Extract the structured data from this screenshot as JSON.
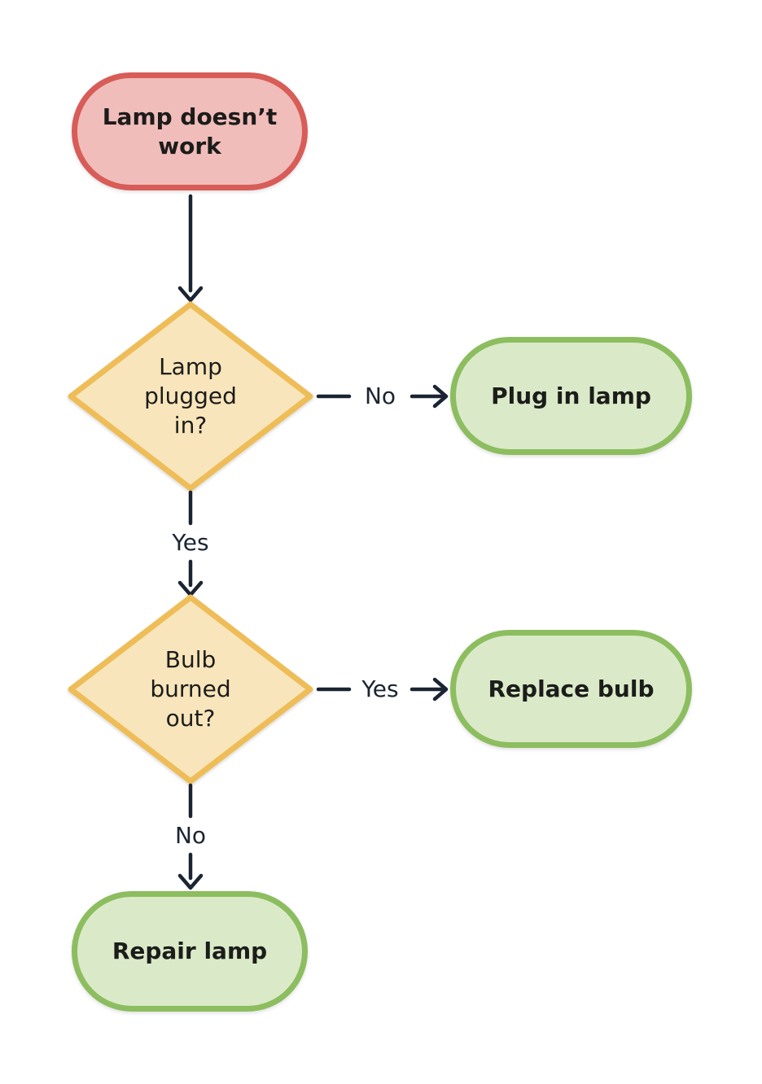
{
  "colors": {
    "background": "#ffffff",
    "edge-line": "#1b2432",
    "edge-label-text": "#1b2432",
    "node-text": "#1c1c1a",
    "start-border": "#d85c57",
    "start-fill": "#f0bdbb",
    "decision-border": "#eebd58",
    "decision-fill": "#f8e5bb",
    "result-border": "#8cbd5f",
    "result-fill": "#daeac8"
  },
  "nodes": {
    "start": {
      "label": "Lamp doesn’t work",
      "lines": [
        "Lamp doesn’t",
        "work"
      ]
    },
    "q_plugged": {
      "label": "Lamp plugged in?",
      "lines": [
        "Lamp",
        "plugged",
        "in?"
      ]
    },
    "plug_in": {
      "label": "Plug in lamp"
    },
    "q_bulb": {
      "label": "Bulb burned out?",
      "lines": [
        "Bulb",
        "burned",
        "out?"
      ]
    },
    "replace_bulb": {
      "label": "Replace bulb"
    },
    "repair_lamp": {
      "label": "Repair lamp"
    }
  },
  "edges": {
    "plugged_no": {
      "label": "No"
    },
    "plugged_yes": {
      "label": "Yes"
    },
    "bulb_yes": {
      "label": "Yes"
    },
    "bulb_no": {
      "label": "No"
    }
  }
}
